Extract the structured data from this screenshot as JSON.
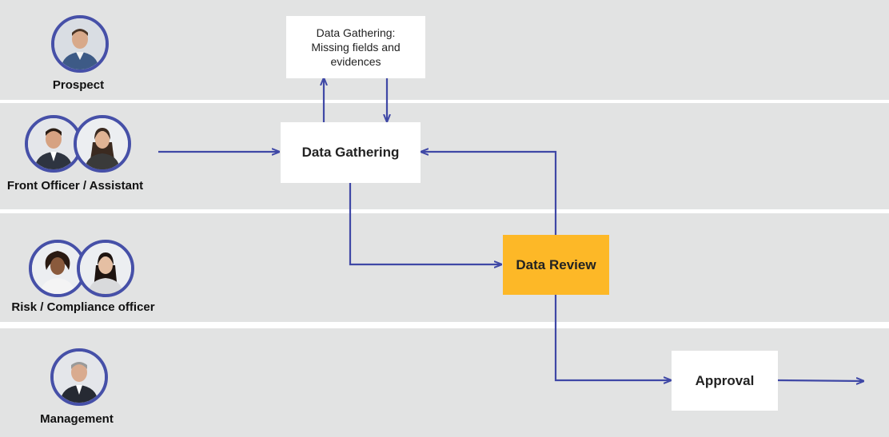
{
  "lanes": [
    {
      "label": "Prospect"
    },
    {
      "label": "Front Officer / Assistant"
    },
    {
      "label": "Risk / Compliance officer"
    },
    {
      "label": "Management"
    }
  ],
  "boxes": {
    "missing_fields": "Data Gathering:\nMissing fields and\nevidences",
    "data_gathering": "Data Gathering",
    "data_review": "Data Review",
    "approval": "Approval"
  },
  "colors": {
    "lane_background": "#e2e3e3",
    "connector": "#3f48a6",
    "avatar_ring": "#4650a8",
    "highlight": "#fdb827"
  }
}
